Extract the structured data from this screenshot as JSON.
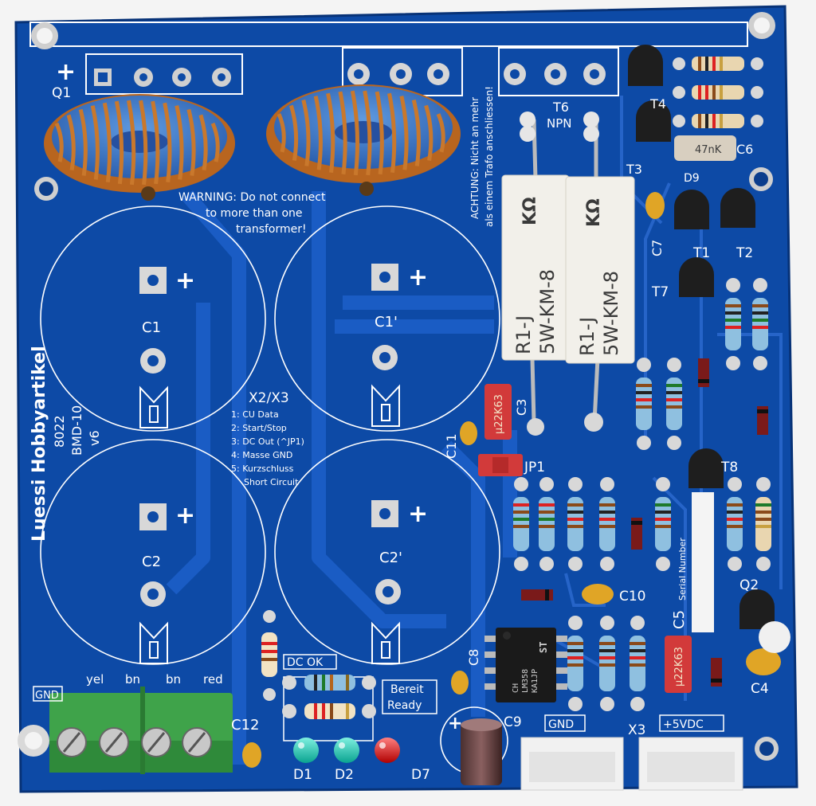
{
  "board": {
    "brand": "Luessi Hobbyartikel",
    "model": "8022",
    "product": "BMD-10",
    "version": "v6",
    "serial_label": "Serial Number",
    "warning_en": [
      "WARNING: Do not connect",
      "to more than one",
      "transformer!"
    ],
    "warning_de": [
      "ACHTUNG: Nicht an mehr",
      "als einem Trafo anschliessen!"
    ],
    "connector_title": "X2/X3",
    "connector_pins": [
      "1: CU Data",
      "2: Start/Stop",
      "3: DC Out (^JP1)",
      "4: Masse GND",
      "5: Kurzschluss",
      "Short Circuit"
    ],
    "wire_labels": {
      "gnd": "GND",
      "yel": "yel",
      "bn1": "bn",
      "bn2": "bn",
      "red": "red"
    },
    "status_labels": {
      "dc_ok": "DC OK",
      "bereit": "Bereit",
      "ready": "Ready"
    },
    "header_labels": {
      "gnd": "GND",
      "vdc": "+5VDC",
      "x3": "X3",
      "plus": "+"
    },
    "npn_label": "NPN"
  },
  "refdes": {
    "q1": "Q1",
    "q2": "Q2",
    "c1": "C1",
    "c1p": "C1'",
    "c2": "C2",
    "c2p": "C2'",
    "c3": "C3",
    "c4": "C4",
    "c5": "C5",
    "c6": "C6",
    "c7": "C7",
    "c8": "C8",
    "c9": "C9",
    "c10": "C10",
    "c11": "C11",
    "c12": "C12",
    "t1": "T1",
    "t2": "T2",
    "t3": "T3",
    "t4": "T4",
    "t6": "T6",
    "t7": "T7",
    "t8": "T8",
    "d1": "D1",
    "d2": "D2",
    "d7": "D7",
    "jp1": "JP1",
    "d9": "D9"
  },
  "component_markings": {
    "power_resistor_line1": "R1-J",
    "power_resistor_line2": "5W-KM-8",
    "power_resistor_logo": "KΩ",
    "film_cap": "μ22K63",
    "ceramic_cap": "47nK",
    "ic_line1": "CH",
    "ic_line2": "LM358",
    "ic_line3": "KA1JP",
    "ic_logo": "ST"
  },
  "colors": {
    "pcb": "#0d4aa6",
    "pcb_dark": "#083a8a",
    "trace": "#1a5cc4",
    "silk": "#ffffff",
    "copper": "#c97a2a",
    "toroid": "#3d7ed0",
    "terminal": "#3fa34a",
    "ceramic": "#f2f0ea"
  }
}
